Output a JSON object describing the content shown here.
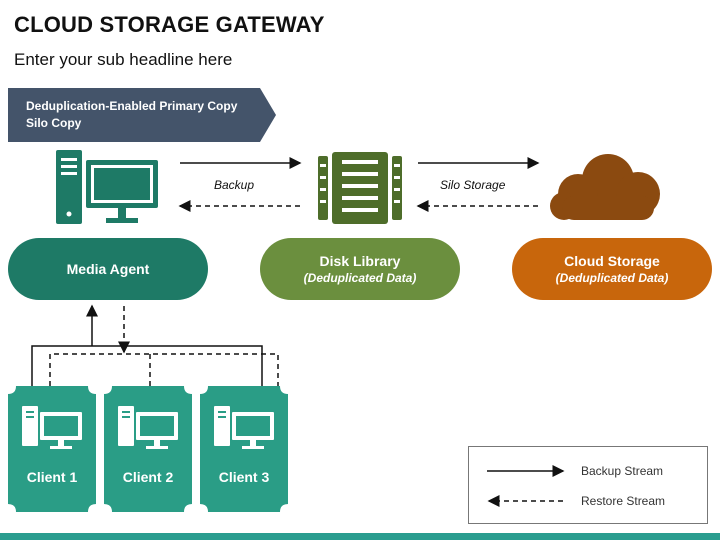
{
  "title": "CLOUD STORAGE GATEWAY",
  "subtitle": "Enter your sub headline here",
  "banner": {
    "line1": "Deduplication-Enabled Primary Copy",
    "line2": "Silo Copy"
  },
  "nodes": {
    "media_agent": {
      "label": "Media Agent"
    },
    "disk_library": {
      "label": "Disk Library",
      "sublabel": "(Deduplicated Data)"
    },
    "cloud_storage": {
      "label": "Cloud Storage",
      "sublabel": "(Deduplicated Data)"
    }
  },
  "streams": {
    "backup": "Backup",
    "silo": "Silo Storage"
  },
  "clients": [
    {
      "label": "Client 1"
    },
    {
      "label": "Client 2"
    },
    {
      "label": "Client 3"
    }
  ],
  "legend": {
    "backup": "Backup Stream",
    "restore": "Restore Stream"
  },
  "colors": {
    "dark_teal": "#1e7a66",
    "client_teal": "#2a9d86",
    "olive_green": "#6b8f3e",
    "dark_green_icon": "#4e6d2a",
    "orange": "#c8660c",
    "brown_cloud": "#8b4a10",
    "banner_slate": "#44546a"
  }
}
